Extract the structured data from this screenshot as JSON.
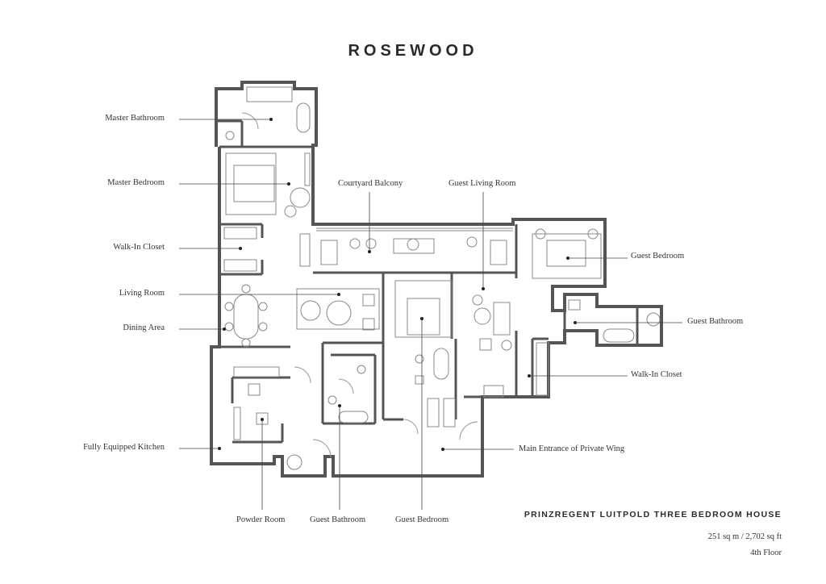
{
  "brand": "ROSEWOOD",
  "labels": {
    "master_bathroom": "Master Bathroom",
    "master_bedroom": "Master Bedroom",
    "walk_in_closet_left": "Walk-In Closet",
    "living_room": "Living Room",
    "dining_area": "Dining Area",
    "kitchen": "Fully Equipped Kitchen",
    "courtyard_balcony": "Courtyard Balcony",
    "guest_living_room": "Guest Living Room",
    "guest_bedroom_right": "Guest Bedroom",
    "guest_bathroom_right": "Guest Bathroom",
    "walk_in_closet_right": "Walk-In Closet",
    "main_entrance": "Main Entrance of Private Wing",
    "powder_room": "Powder Room",
    "guest_bathroom_bottom": "Guest Bathroom",
    "guest_bedroom_bottom": "Guest Bedroom"
  },
  "footer": {
    "title": "PRINZREGENT LUITPOLD THREE BEDROOM HOUSE",
    "area": "251 sq m / 2,702 sq ft",
    "floor": "4th Floor"
  }
}
